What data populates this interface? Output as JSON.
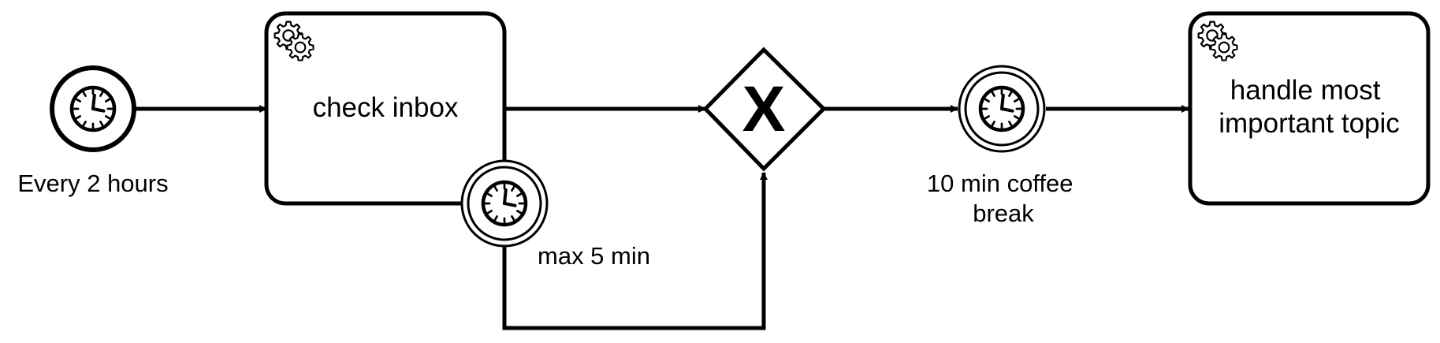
{
  "diagram": {
    "type": "bpmn-process",
    "stroke_color": "#000000",
    "background_color": "#ffffff",
    "start_event": {
      "kind": "timer-start-event",
      "icon": "clock-icon",
      "label": "Every 2 hours"
    },
    "task_check_inbox": {
      "kind": "service-task",
      "icon": "gear-icon",
      "label": "check inbox"
    },
    "boundary_event": {
      "kind": "timer-boundary-event",
      "icon": "clock-icon",
      "label": "max 5 min"
    },
    "gateway": {
      "kind": "exclusive-gateway",
      "symbol": "X"
    },
    "intermediate_event": {
      "kind": "timer-intermediate-event",
      "icon": "clock-icon",
      "label_line1": "10 min coffee",
      "label_line2": "break"
    },
    "task_handle_topic": {
      "kind": "service-task",
      "icon": "gear-icon",
      "label_line1": "handle most",
      "label_line2": "important topic"
    }
  }
}
